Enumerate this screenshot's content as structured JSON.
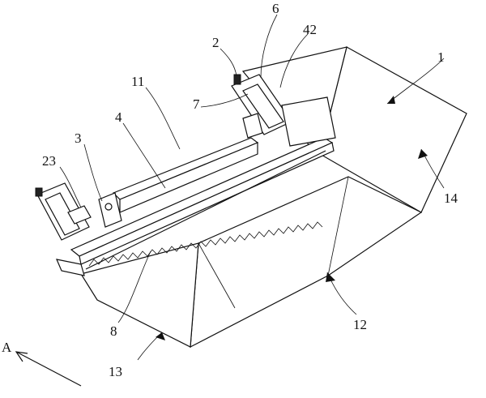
{
  "labels": {
    "l1": "1",
    "l2": "2",
    "l3": "3",
    "l4": "4",
    "l6": "6",
    "l7": "7",
    "l8": "8",
    "l11": "11",
    "l12": "12",
    "l13": "13",
    "l14": "14",
    "l23": "23",
    "l42": "42",
    "view": "A"
  }
}
